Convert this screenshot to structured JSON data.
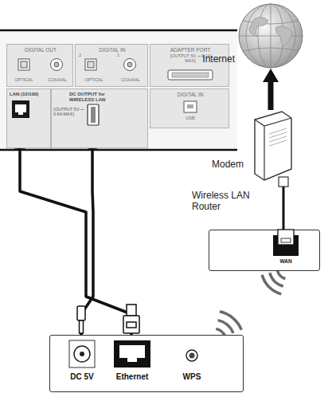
{
  "diagram": {
    "nodes": [
      {
        "text": [
          "DIGITAL OUT",
          "OPTICAL",
          "COAXIAL"
        ]
      },
      {
        "text": [
          "DIGITAL IN",
          "2",
          "1",
          "OPTICAL",
          "COAXIAL"
        ]
      },
      {
        "text": [
          "ADAPTER PORT",
          "(OUTPUT 5V ⎓ 0.1A MAX)"
        ]
      },
      {
        "text": [
          "LAN (10/100)"
        ]
      },
      {
        "text": [
          "DC OUTPUT for WIRELESS LAN",
          "(OUTPUT 5V ⎓ 0.6A MAX)"
        ]
      },
      {
        "text": [
          "DIGITAL IN",
          "USB"
        ]
      },
      {
        "text": [
          "Internet"
        ]
      },
      {
        "text": [
          "Modem"
        ]
      },
      {
        "text": [
          "Wireless LAN Router",
          "WAN"
        ]
      },
      {
        "text": [
          "DC 5V",
          "Ethernet",
          "WPS"
        ]
      }
    ],
    "edges": [
      {
        "from": 7,
        "to": 6,
        "arrow": "to"
      },
      {
        "from": 8,
        "to": 7,
        "arrow": "none"
      },
      {
        "from": 3,
        "to": 9,
        "arrow": "none"
      },
      {
        "from": 4,
        "to": 9,
        "arrow": "none"
      }
    ]
  }
}
